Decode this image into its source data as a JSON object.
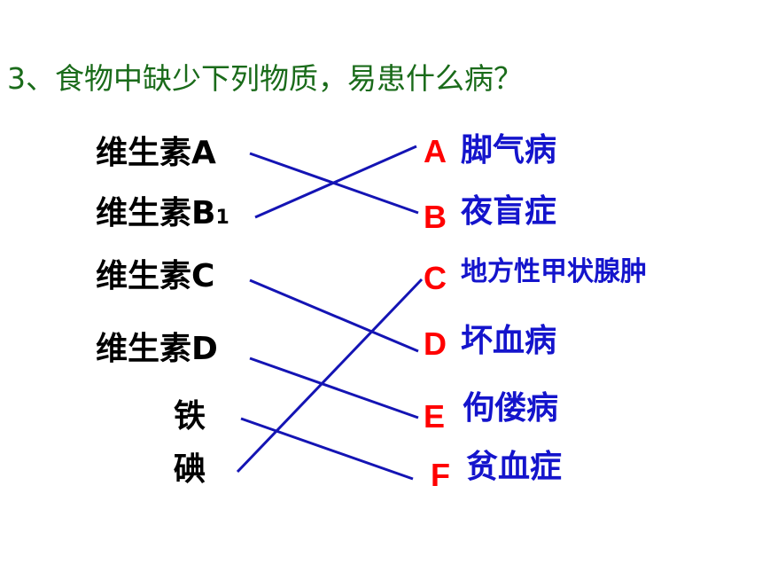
{
  "question": "3、食物中缺少下列物质，易患什么病？",
  "nutrients": [
    {
      "main": "维生素A",
      "sub": ""
    },
    {
      "main": "维生素B",
      "sub": "1"
    },
    {
      "main": "维生素C",
      "sub": ""
    },
    {
      "main": "维生素D",
      "sub": ""
    },
    {
      "main": "铁",
      "sub": ""
    },
    {
      "main": "碘",
      "sub": ""
    }
  ],
  "diseases": [
    {
      "letter": "A",
      "name": "脚气病"
    },
    {
      "letter": "B",
      "name": "夜盲症"
    },
    {
      "letter": "C",
      "name": "地方性甲状腺肿"
    },
    {
      "letter": "D",
      "name": "坏血病"
    },
    {
      "letter": "E",
      "name": "佝偻病"
    },
    {
      "letter": "F",
      "name": "贫血症"
    }
  ],
  "matches": [
    [
      0,
      1
    ],
    [
      1,
      0
    ],
    [
      2,
      3
    ],
    [
      3,
      4
    ],
    [
      4,
      5
    ],
    [
      5,
      2
    ]
  ],
  "colors": {
    "question": "#1a6b1a",
    "letter": "#ff0000",
    "disease": "#1414cc",
    "line": "#1414b4"
  }
}
